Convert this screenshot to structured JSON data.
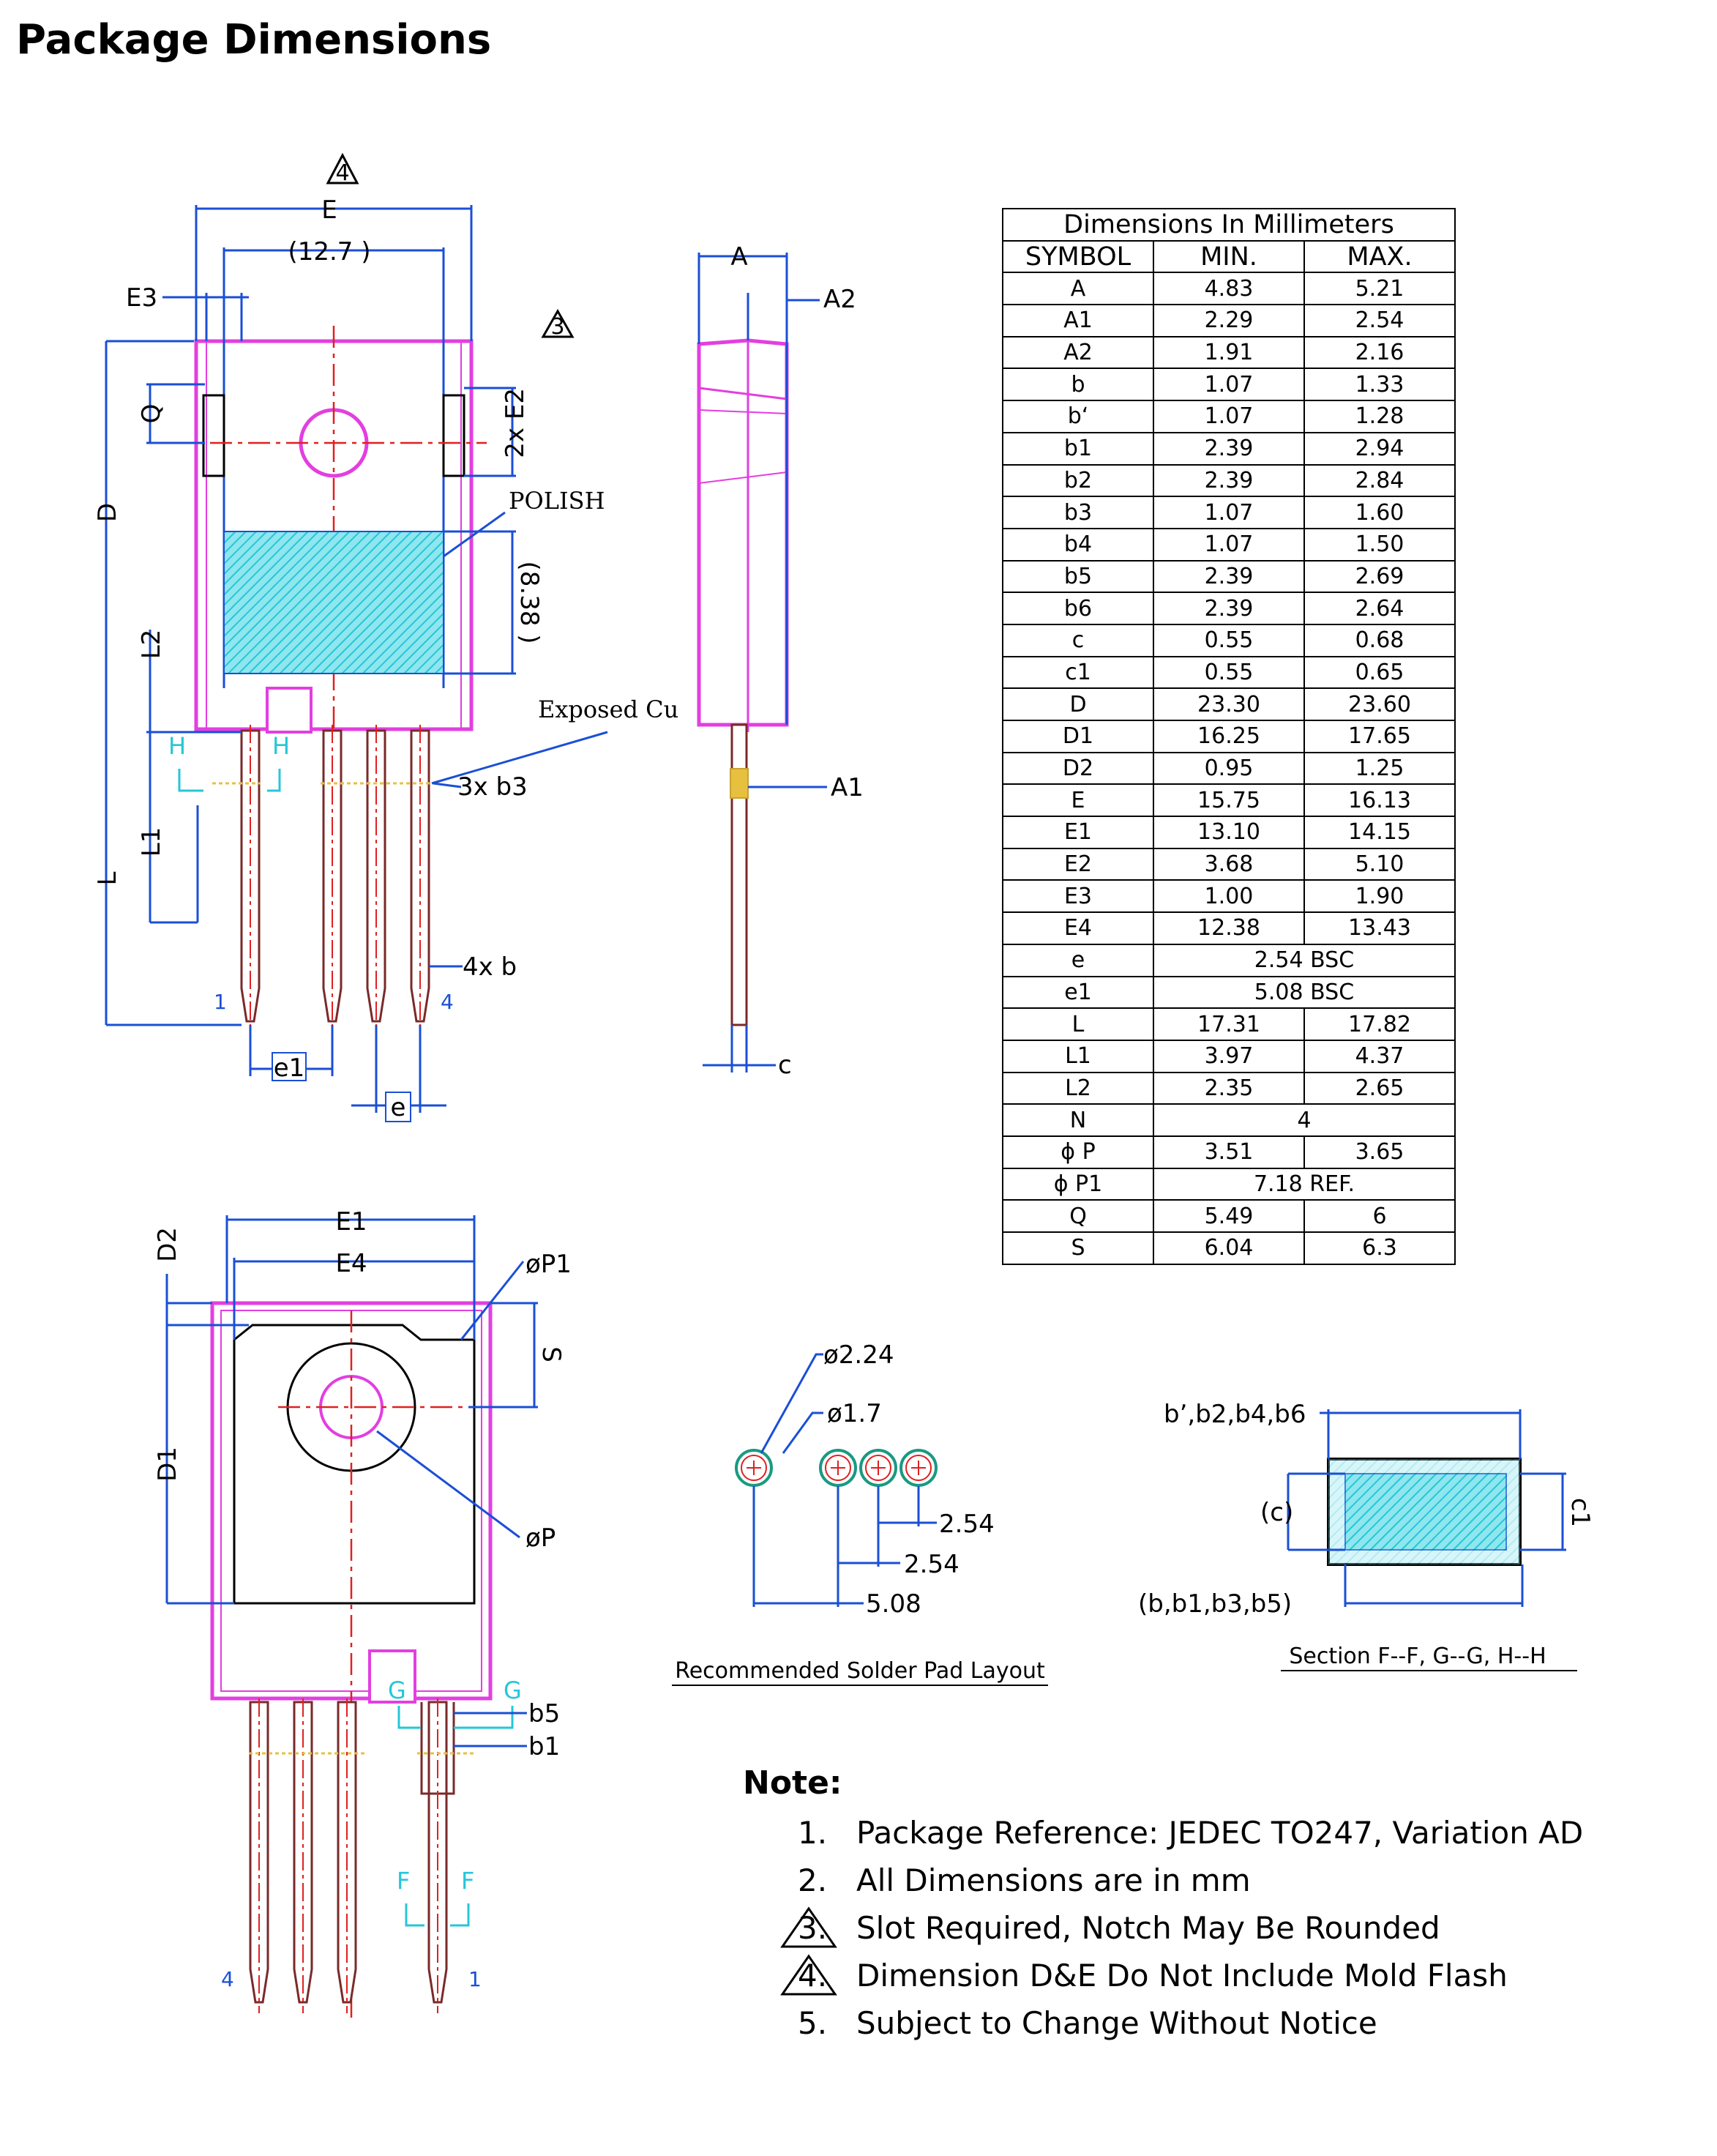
{
  "title": "Package Dimensions",
  "table": {
    "header": "Dimensions In Millimeters",
    "columns": [
      "SYMBOL",
      "MIN.",
      "MAX."
    ],
    "rows": [
      [
        "A",
        "4.83",
        "5.21"
      ],
      [
        "A1",
        "2.29",
        "2.54"
      ],
      [
        "A2",
        "1.91",
        "2.16"
      ],
      [
        "b",
        "1.07",
        "1.33"
      ],
      [
        "b‘",
        "1.07",
        "1.28"
      ],
      [
        "b1",
        "2.39",
        "2.94"
      ],
      [
        "b2",
        "2.39",
        "2.84"
      ],
      [
        "b3",
        "1.07",
        "1.60"
      ],
      [
        "b4",
        "1.07",
        "1.50"
      ],
      [
        "b5",
        "2.39",
        "2.69"
      ],
      [
        "b6",
        "2.39",
        "2.64"
      ],
      [
        "c",
        "0.55",
        "0.68"
      ],
      [
        "c1",
        "0.55",
        "0.65"
      ],
      [
        "D",
        "23.30",
        "23.60"
      ],
      [
        "D1",
        "16.25",
        "17.65"
      ],
      [
        "D2",
        "0.95",
        "1.25"
      ],
      [
        "E",
        "15.75",
        "16.13"
      ],
      [
        "E1",
        "13.10",
        "14.15"
      ],
      [
        "E2",
        "3.68",
        "5.10"
      ],
      [
        "E3",
        "1.00",
        "1.90"
      ],
      [
        "E4",
        "12.38",
        "13.43"
      ],
      [
        "e",
        "2.54 BSC",
        null
      ],
      [
        "e1",
        "5.08 BSC",
        null
      ],
      [
        "L",
        "17.31",
        "17.82"
      ],
      [
        "L1",
        "3.97",
        "4.37"
      ],
      [
        "L2",
        "2.35",
        "2.65"
      ],
      [
        "N",
        "4",
        null
      ],
      [
        "ϕ P",
        "3.51",
        "3.65"
      ],
      [
        "ϕ P1",
        "7.18 REF.",
        null
      ],
      [
        "Q",
        "5.49",
        "6"
      ],
      [
        "S",
        "6.04",
        "6.3"
      ]
    ]
  },
  "front_view": {
    "label_E": "E",
    "label_127": "(12.7 )",
    "label_E3": "E3",
    "label_E2": "2x E2",
    "label_Q": "Q",
    "label_D": "D",
    "label_L2": "L2",
    "label_L1": "L1",
    "label_L": "L",
    "label_polish": "POLISH",
    "label_838": "(8.38 )",
    "label_exposed": "Exposed Cu",
    "label_3xb3": "3x b3",
    "label_4xb": "4x b",
    "label_e1": "e1",
    "label_e": "e",
    "label_H": "H",
    "pin1": "1",
    "pin4": "4",
    "marker4": "4",
    "marker3": "3"
  },
  "side_view": {
    "label_A": "A",
    "label_A2": "A2",
    "label_A1": "A1",
    "label_c": "c"
  },
  "back_view": {
    "label_E1": "E1",
    "label_E4": "E4",
    "label_P1": "øP1",
    "label_P": "øP",
    "label_D2": "D2",
    "label_D1": "D1",
    "label_S": "S",
    "label_b5": "b5",
    "label_b1": "b1",
    "label_G": "G",
    "label_F": "F",
    "pin4": "4",
    "pin1": "1"
  },
  "solder_pad": {
    "label_224": "ø2.24",
    "label_17": "ø1.7",
    "label_254a": "2.54",
    "label_254b": "2.54",
    "label_508": "5.08",
    "caption": "Recommended Solder Pad Layout"
  },
  "section": {
    "label_top": "b’,b2,b4,b6",
    "label_c": "(c)",
    "label_c1": "c1",
    "label_bottom": "(b,b1,b3,b5)",
    "caption": "Section F--F, G--G, H--H"
  },
  "notes": {
    "title": "Note:",
    "items": [
      {
        "num": "1.",
        "text": "Package Reference: JEDEC TO247, Variation AD"
      },
      {
        "num": "2.",
        "text": "All Dimensions are in mm"
      },
      {
        "num": "3.",
        "text": "Slot Required, Notch May Be Rounded"
      },
      {
        "num": "4.",
        "text": "Dimension D&E Do Not Include Mold Flash"
      },
      {
        "num": "5.",
        "text": "Subject to Change Without Notice"
      }
    ]
  },
  "colors": {
    "outline": "#e23fe0",
    "dimension": "#1a4fd6",
    "centerline": "#e02020",
    "hatch": "#25c7d8",
    "lead": "#7a2a2a"
  }
}
